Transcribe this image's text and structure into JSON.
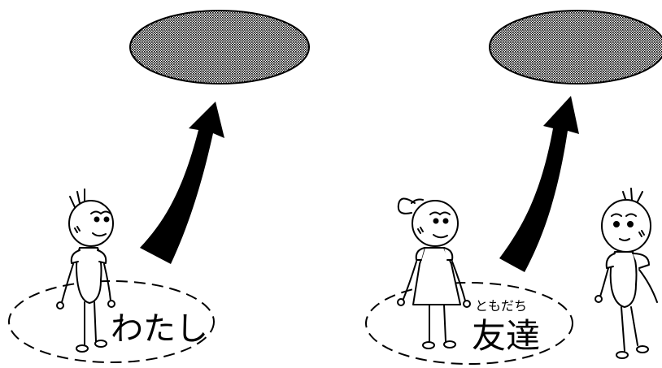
{
  "panels": {
    "left": {
      "label": "わたし"
    },
    "right": {
      "label": "友達",
      "furigana": "ともだち"
    }
  },
  "colors": {
    "ink": "#000000",
    "paper": "#ffffff",
    "cloud_fill": "#a8a8a8"
  }
}
